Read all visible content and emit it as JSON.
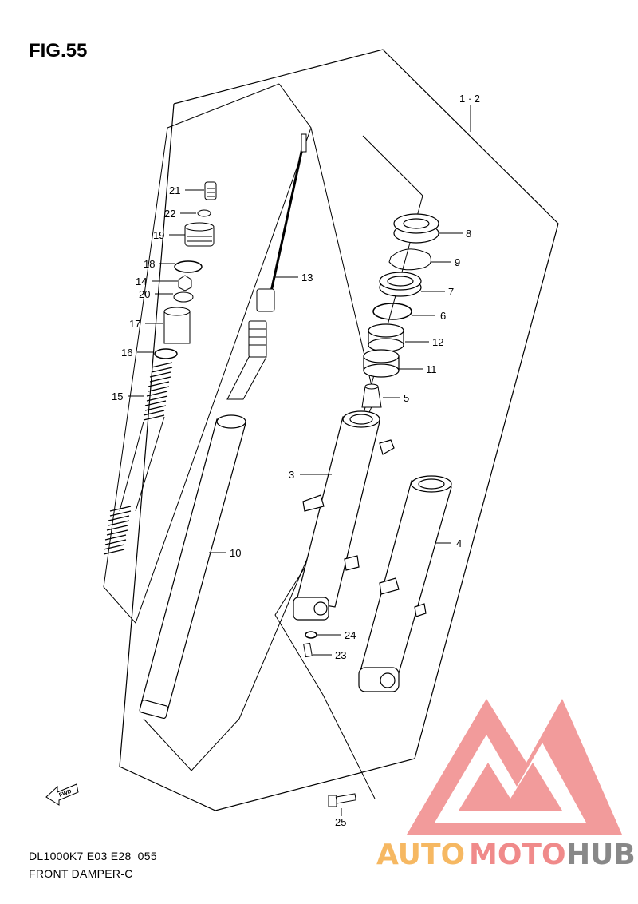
{
  "figure": {
    "title": "FIG.55"
  },
  "footer": {
    "line1": "DL1000K7 E03 E28_055",
    "line2": "FRONT DAMPER-C"
  },
  "assembly_label": "1 · 2",
  "fwd_label": "FWD",
  "watermark": {
    "part1": "AUTO",
    "part2": "MOTO",
    "part3": "HUB"
  },
  "colors": {
    "line": "#000000",
    "watermark_red": "#f08a8a",
    "watermark_orange": "#f6b862",
    "watermark_gray": "#888888"
  },
  "parts": [
    {
      "id": "p21",
      "label": "21"
    },
    {
      "id": "p22",
      "label": "22"
    },
    {
      "id": "p19",
      "label": "19"
    },
    {
      "id": "p18",
      "label": "18"
    },
    {
      "id": "p14",
      "label": "14"
    },
    {
      "id": "p20",
      "label": "20"
    },
    {
      "id": "p17",
      "label": "17"
    },
    {
      "id": "p16",
      "label": "16"
    },
    {
      "id": "p15",
      "label": "15"
    },
    {
      "id": "p13",
      "label": "13"
    },
    {
      "id": "p10",
      "label": "10"
    },
    {
      "id": "p8",
      "label": "8"
    },
    {
      "id": "p9",
      "label": "9"
    },
    {
      "id": "p7",
      "label": "7"
    },
    {
      "id": "p6",
      "label": "6"
    },
    {
      "id": "p12",
      "label": "12"
    },
    {
      "id": "p11",
      "label": "11"
    },
    {
      "id": "p5",
      "label": "5"
    },
    {
      "id": "p3",
      "label": "3"
    },
    {
      "id": "p4",
      "label": "4"
    },
    {
      "id": "p24",
      "label": "24"
    },
    {
      "id": "p23",
      "label": "23"
    },
    {
      "id": "p25",
      "label": "25"
    }
  ]
}
